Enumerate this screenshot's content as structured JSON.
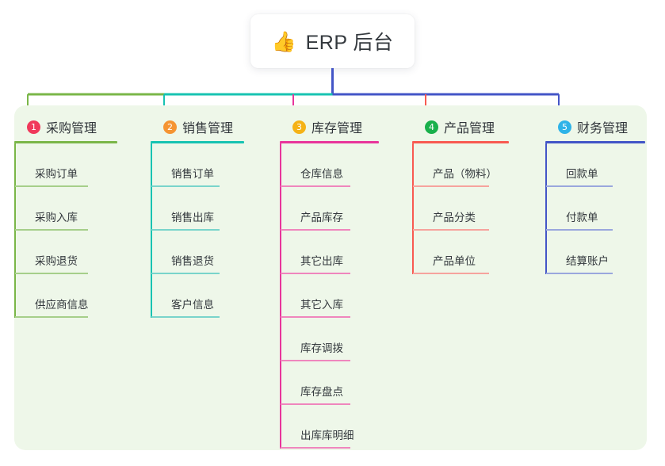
{
  "root": {
    "icon": "thumbs-up-emoji",
    "emoji": "👍",
    "title": "ERP 后台"
  },
  "palette": {
    "panel_background": "#eef7e9",
    "page_background": "#ffffff",
    "root_line": "#4355c7",
    "text": "#33383d"
  },
  "columns": [
    {
      "number": "1",
      "title": "采购管理",
      "badge_color": "#f0395b",
      "line_color": "#7ab648",
      "leaf_line_color": "#a6cf8a",
      "items": [
        "采购订单",
        "采购入库",
        "采购退货",
        "供应商信息"
      ]
    },
    {
      "number": "2",
      "title": "销售管理",
      "badge_color": "#f59432",
      "line_color": "#17c3b2",
      "leaf_line_color": "#79d4cb",
      "items": [
        "销售订单",
        "销售出库",
        "销售退货",
        "客户信息"
      ]
    },
    {
      "number": "3",
      "title": "库存管理",
      "badge_color": "#f5b216",
      "line_color": "#e8359b",
      "leaf_line_color": "#ef86bd",
      "items": [
        "仓库信息",
        "产品库存",
        "其它出库",
        "其它入库",
        "库存调拨",
        "库存盘点",
        "出库库明细"
      ]
    },
    {
      "number": "4",
      "title": "产品管理",
      "badge_color": "#19b04b",
      "line_color": "#f85a51",
      "leaf_line_color": "#f6a39d",
      "items": [
        "产品（物料）",
        "产品分类",
        "产品单位"
      ]
    },
    {
      "number": "5",
      "title": "财务管理",
      "badge_color": "#2eb3e8",
      "line_color": "#4355c7",
      "leaf_line_color": "#9aa7dd",
      "items": [
        "回款单",
        "付款单",
        "结算账户"
      ]
    }
  ]
}
